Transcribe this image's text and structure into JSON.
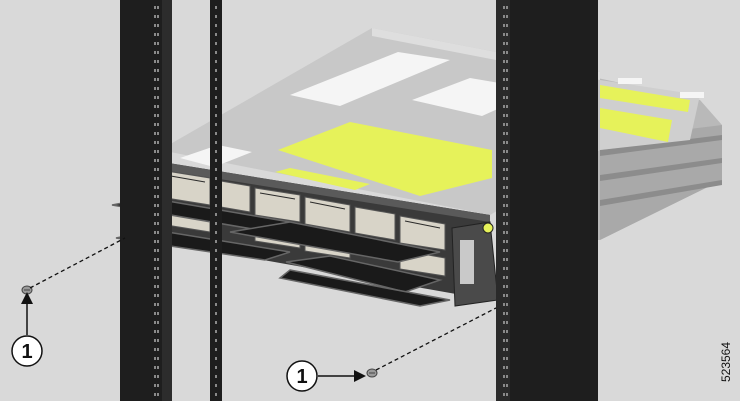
{
  "figure": {
    "figure_id": "523564",
    "callouts": [
      {
        "label": "1"
      },
      {
        "label": "1"
      }
    ]
  },
  "colors": {
    "background": "#d9d9d9",
    "rack_rail": "#1e1e1e",
    "chassis_top": "#c8c8c8",
    "chassis_front": "#3a3a3a",
    "yellow_label": "#e6f25a",
    "white_label": "#f5f5f5"
  }
}
